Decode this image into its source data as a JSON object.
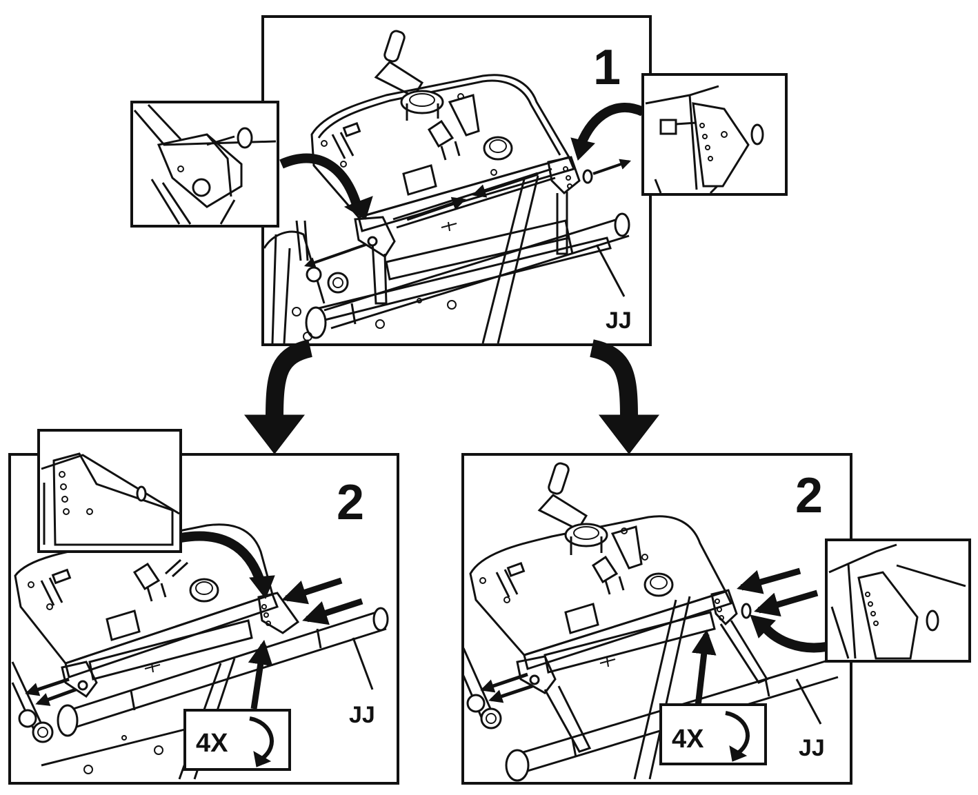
{
  "panels": {
    "top": {
      "step": "1",
      "part_label": "JJ"
    },
    "bottom_left": {
      "step": "2",
      "part_label": "JJ",
      "repeat_label": "4X"
    },
    "bottom_right": {
      "step": "2",
      "part_label": "JJ",
      "repeat_label": "4X"
    }
  },
  "colors": {
    "ink": "#111111",
    "paper": "#ffffff"
  },
  "icons": {
    "rotate": "clockwise-rotate-icon"
  }
}
